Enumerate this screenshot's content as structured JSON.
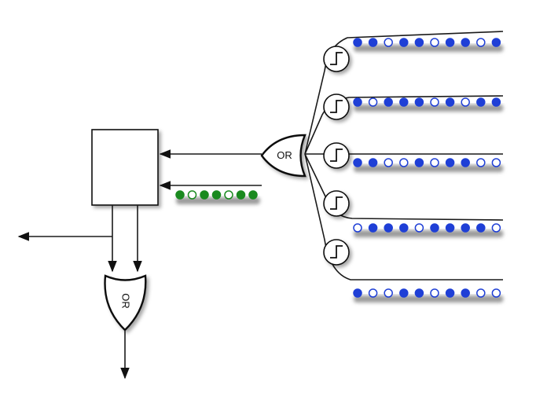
{
  "gates": {
    "or_main_label": "OR",
    "or_bottom_label": "OR"
  },
  "colors": {
    "blue_dot": "#1f3fd6",
    "green_dot": "#1a8a1f",
    "line": "#1a1a1a",
    "shadow": "#9a9a9a"
  },
  "blue_rows": [
    [
      1,
      1,
      0,
      1,
      1,
      0,
      1,
      1,
      0,
      1
    ],
    [
      1,
      0,
      1,
      1,
      1,
      0,
      1,
      0,
      1,
      1
    ],
    [
      1,
      1,
      0,
      0,
      1,
      0,
      1,
      1,
      0,
      0
    ],
    [
      0,
      1,
      1,
      1,
      0,
      1,
      1,
      1,
      1,
      0
    ],
    [
      1,
      0,
      0,
      1,
      1,
      0,
      1,
      1,
      0,
      0
    ]
  ],
  "green_row": [
    1,
    0,
    1,
    1,
    0,
    1,
    1
  ],
  "step_icon_name": "step-function-icon"
}
